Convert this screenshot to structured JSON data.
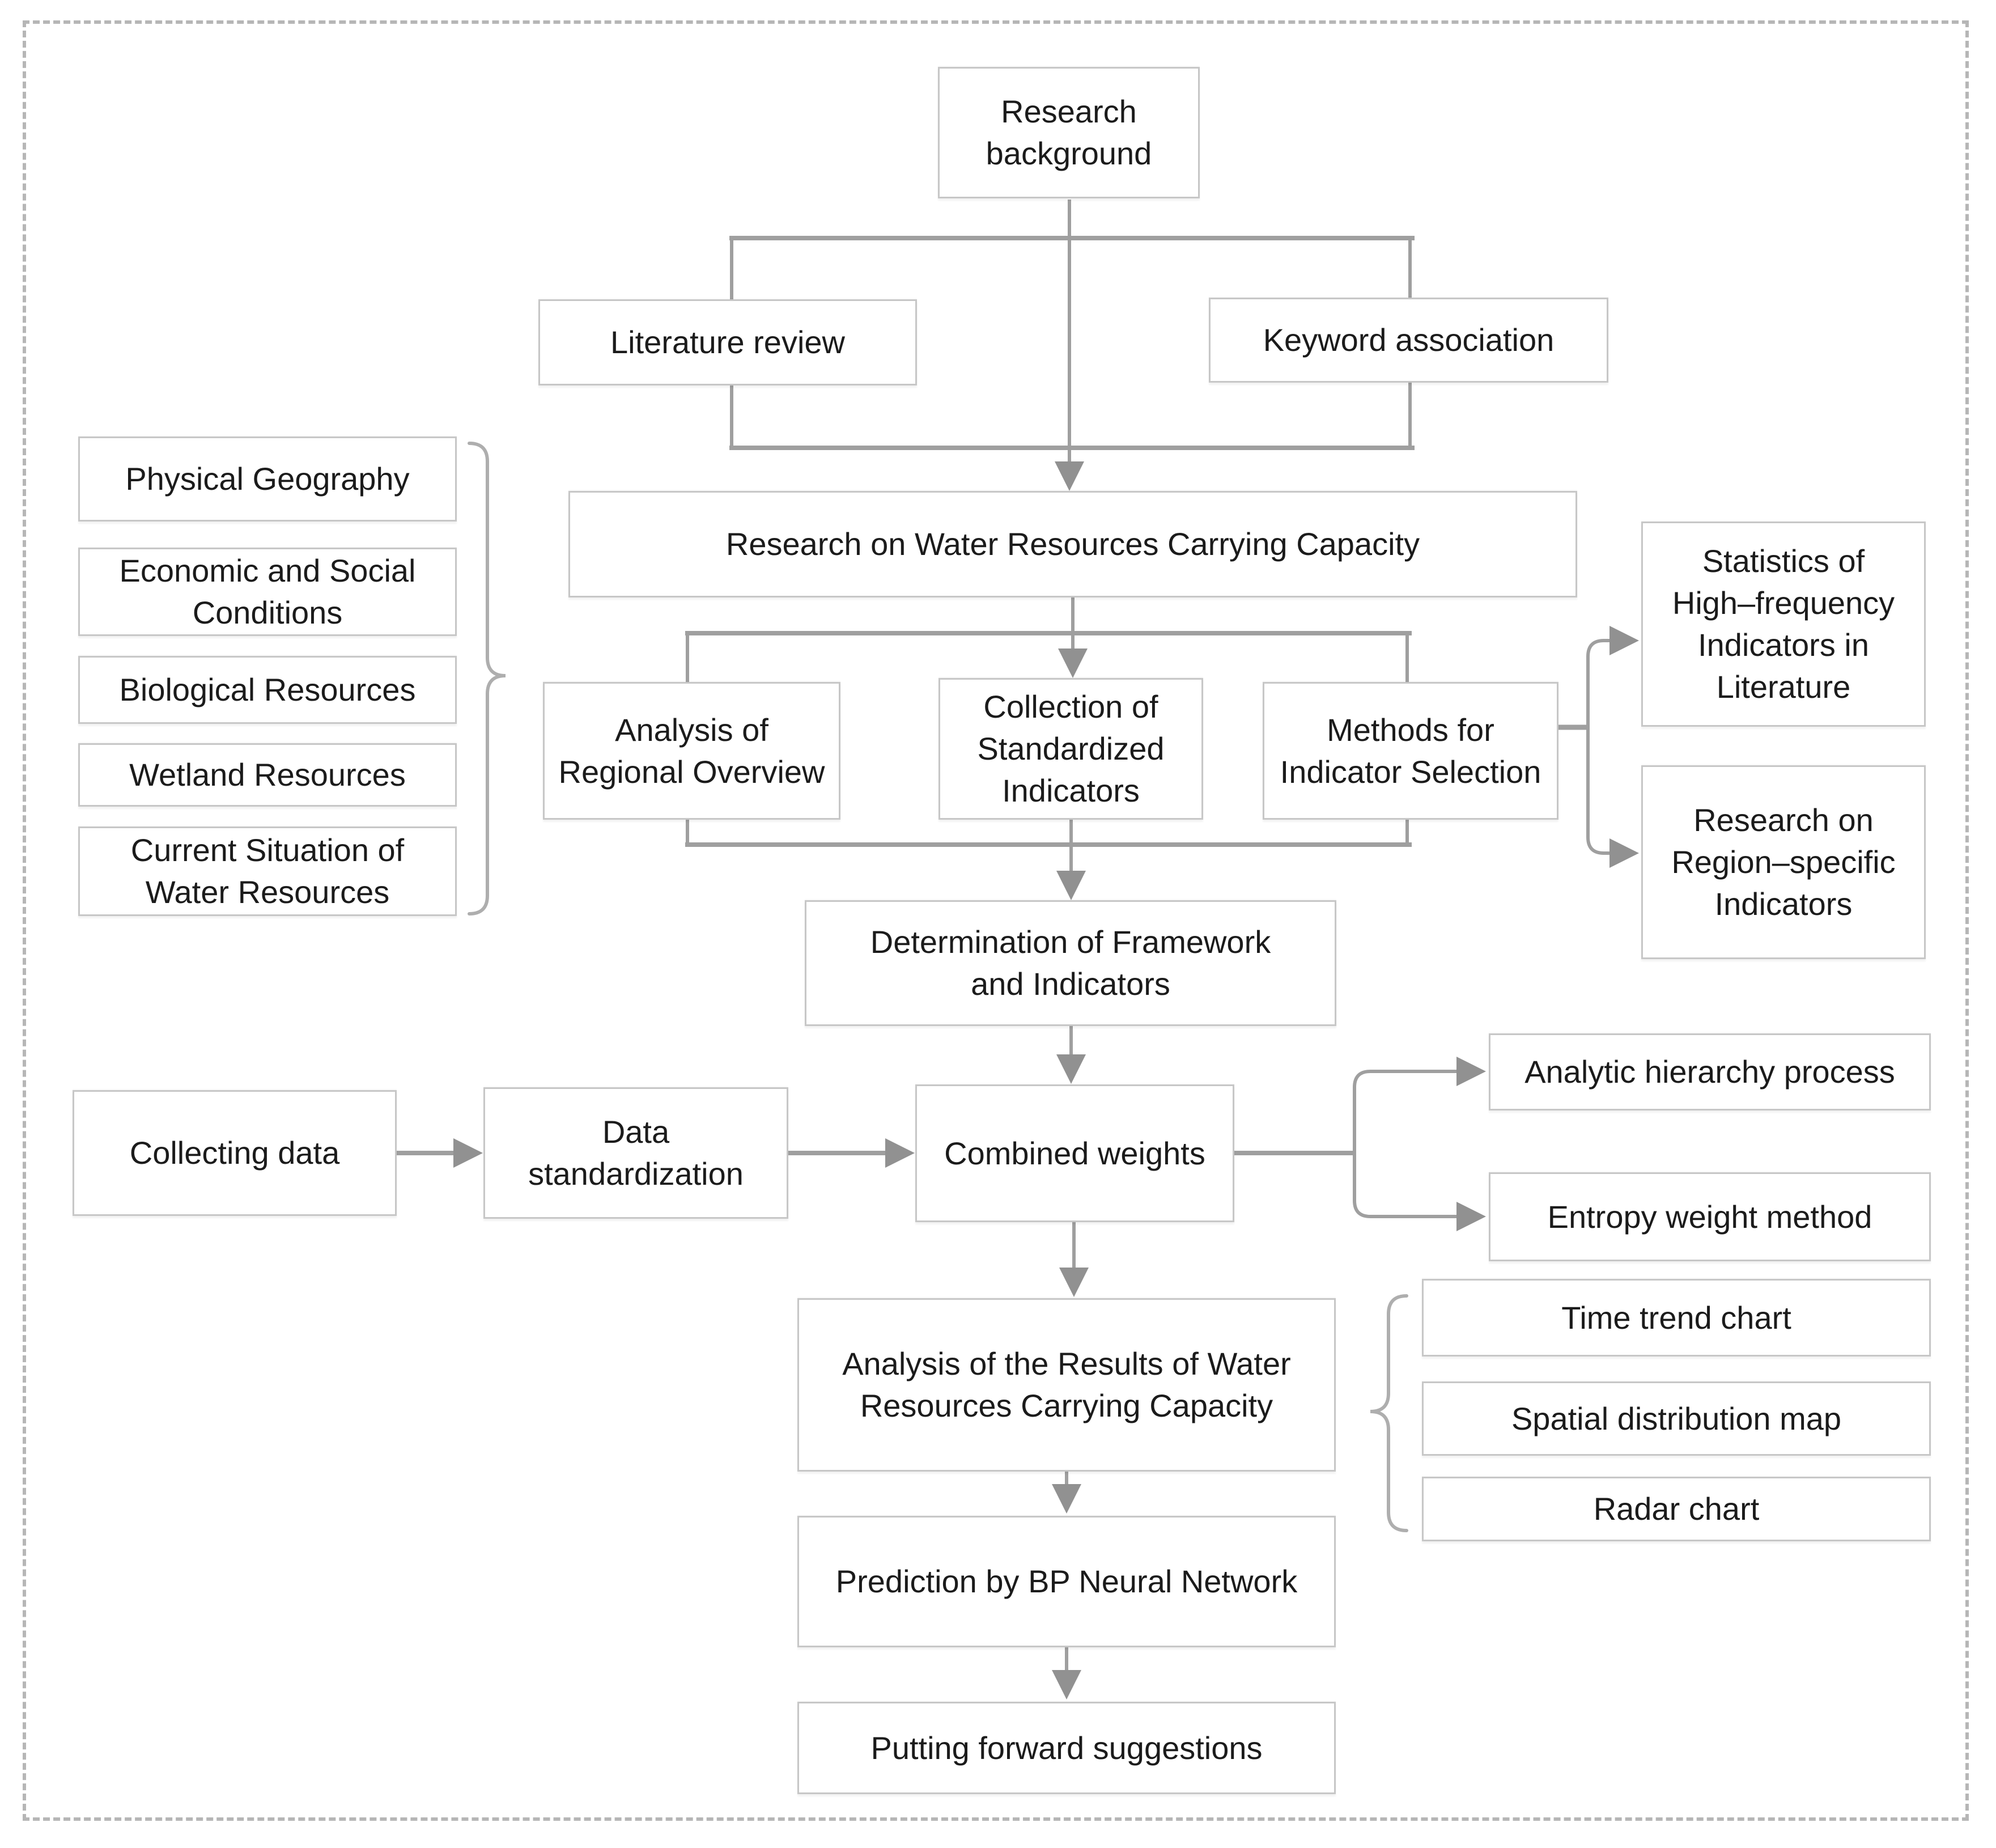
{
  "nodes": {
    "research_background": "Research\nbackground",
    "literature_review": "Literature review",
    "keyword_association": "Keyword association",
    "research_wrcc": "Research on Water Resources Carrying Capacity",
    "analysis_regional_overview": "Analysis of\nRegional Overview",
    "collection_standardized_indicators": "Collection of\nStandardized\nIndicators",
    "methods_indicator_selection": "Methods for\nIndicator Selection",
    "statistics_high_frequency": "Statistics of\nHigh–frequency\nIndicators in\nLiterature",
    "research_region_specific": "Research on\nRegion–specific\nIndicators",
    "physical_geography": "Physical Geography",
    "economic_social_conditions": "Economic and Social\nConditions",
    "biological_resources": "Biological Resources",
    "wetland_resources": "Wetland Resources",
    "current_situation_water": "Current Situation of\nWater Resources",
    "determination_framework": "Determination of Framework\nand Indicators",
    "collecting_data": "Collecting data",
    "data_standardization": "Data\nstandardization",
    "combined_weights": "Combined weights",
    "analytic_hierarchy_process": "Analytic hierarchy process",
    "entropy_weight_method": "Entropy weight method",
    "time_trend_chart": "Time trend chart",
    "spatial_distribution_map": "Spatial distribution map",
    "radar_chart": "Radar chart",
    "analysis_results": "Analysis of the Results of Water\nResources Carrying Capacity",
    "prediction_bp": "Prediction by BP Neural Network",
    "putting_forward": "Putting forward suggestions"
  },
  "colors": {
    "line": "#9f9f9f",
    "arrowhead": "#919191",
    "box_border": "#c7c7c7",
    "text": "#1b1b1b",
    "dashed_border": "#b6b6b6",
    "background": "#ffffff"
  }
}
